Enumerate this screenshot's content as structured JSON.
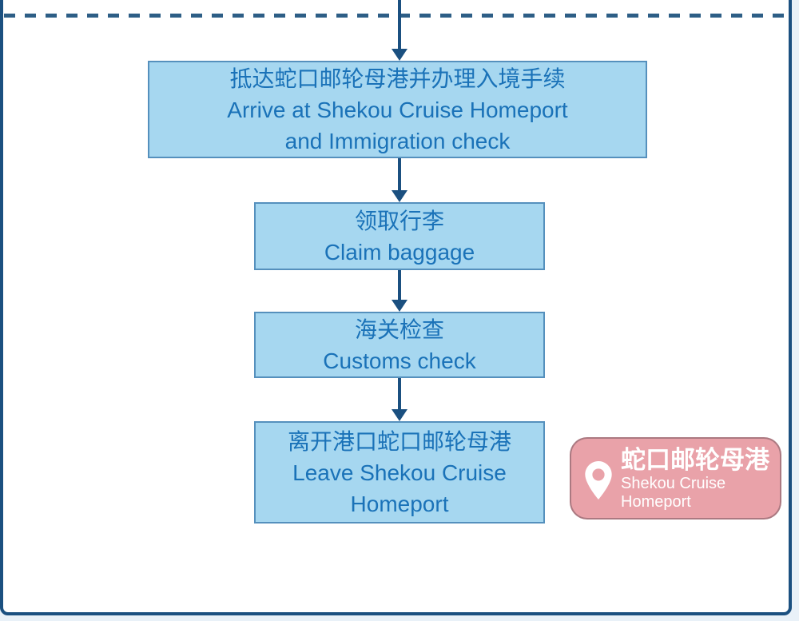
{
  "steps": [
    {
      "zh": "抵达蛇口邮轮母港并办理入境手续",
      "en_lines": [
        "Arrive at Shekou Cruise Homeport",
        "and Immigration check"
      ]
    },
    {
      "zh": "领取行李",
      "en_lines": [
        "Claim baggage"
      ]
    },
    {
      "zh": "海关检查",
      "en_lines": [
        "Customs check"
      ]
    },
    {
      "zh": "离开港口蛇口邮轮母港",
      "en_lines": [
        "Leave Shekou Cruise",
        "Homeport"
      ]
    }
  ],
  "location_badge": {
    "zh": "蛇口邮轮母港",
    "en_lines": [
      "Shekou Cruise",
      "Homeport"
    ],
    "icon": "location-pin-icon"
  },
  "colors": {
    "border_navy": "#1b5080",
    "box_fill": "#a6d7f0",
    "box_border": "#5590bd",
    "box_text": "#1a72b8",
    "badge_fill": "#e9a2a9",
    "badge_text": "#ffffff",
    "dash_line": "#2d5e86"
  }
}
